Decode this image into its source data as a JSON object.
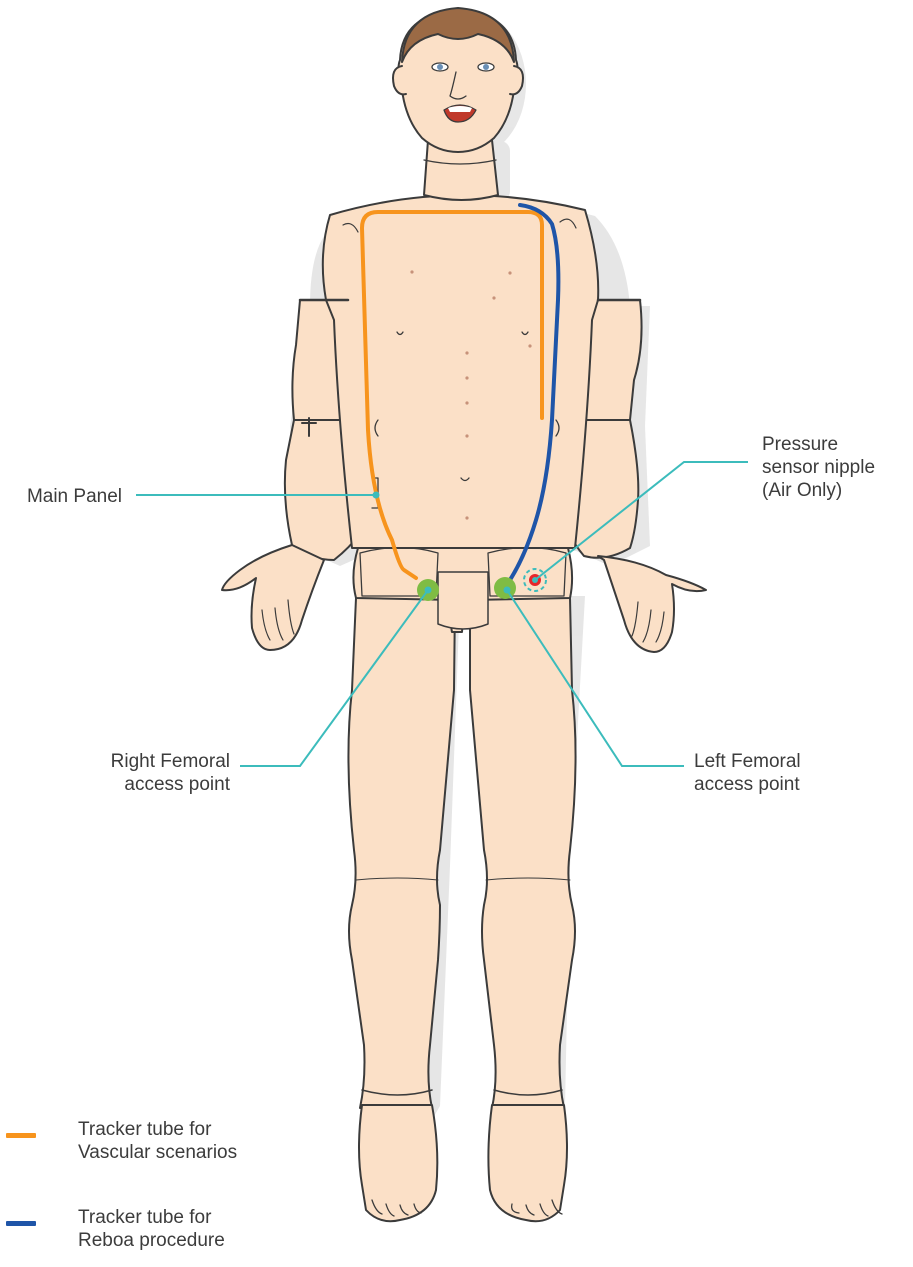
{
  "colors": {
    "skin": "#fbe0c7",
    "skin_outline": "#3b3b3b",
    "shadow": "#e6e6e6",
    "hair": "#9b6a45",
    "callout_line": "#3cbcbc",
    "vascular_tube": "#f7941d",
    "reboa_tube": "#1f55a8",
    "access_point": "#7fbc44",
    "pressure_nipple": "#e8262a"
  },
  "callouts": {
    "main_panel": {
      "line1": "Main Panel"
    },
    "pressure_sensor": {
      "line1": "Pressure",
      "line2": "sensor nipple",
      "line3": "(Air Only)"
    },
    "right_femoral": {
      "line1": "Right Femoral",
      "line2": "access point"
    },
    "left_femoral": {
      "line1": "Left Femoral",
      "line2": "access point"
    }
  },
  "legend": {
    "items": [
      {
        "line1": "Tracker tube for",
        "line2": "Vascular scenarios",
        "color": "#f7941d"
      },
      {
        "line1": "Tracker tube for",
        "line2": "Reboa procedure",
        "color": "#1f55a8"
      }
    ]
  }
}
